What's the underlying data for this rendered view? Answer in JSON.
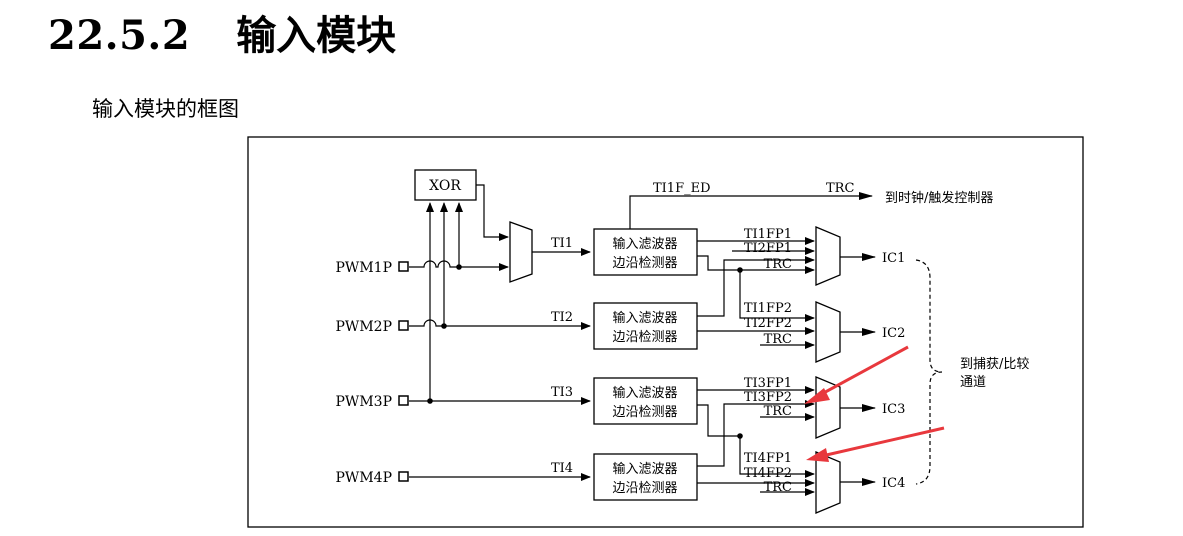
{
  "section": {
    "number": "22.5.2",
    "title": "输入模块"
  },
  "subtitle": "输入模块的框图",
  "diagram": {
    "xor": "XOR",
    "pins": [
      "PWM1P",
      "PWM2P",
      "PWM3P",
      "PWM4P"
    ],
    "ti": [
      "TI1",
      "TI2",
      "TI3",
      "TI4"
    ],
    "filter_line1": "输入滤波器",
    "filter_line2": "边沿检测器",
    "ti1f_ed": "TI1F_ED",
    "trc_top": "TRC",
    "to_clock": "到时钟/触发控制器",
    "mux1_in": [
      "TI1FP1",
      "TI2FP1",
      "TRC"
    ],
    "mux2_in": [
      "TI1FP2",
      "TI2FP2",
      "TRC"
    ],
    "mux3_in": [
      "TI3FP1",
      "TI3FP2",
      "TRC"
    ],
    "mux4_in": [
      "TI4FP1",
      "TI4FP2",
      "TRC"
    ],
    "ic": [
      "IC1",
      "IC2",
      "IC3",
      "IC4"
    ],
    "to_capture_1": "到捕获/比较",
    "to_capture_2": "通道"
  }
}
